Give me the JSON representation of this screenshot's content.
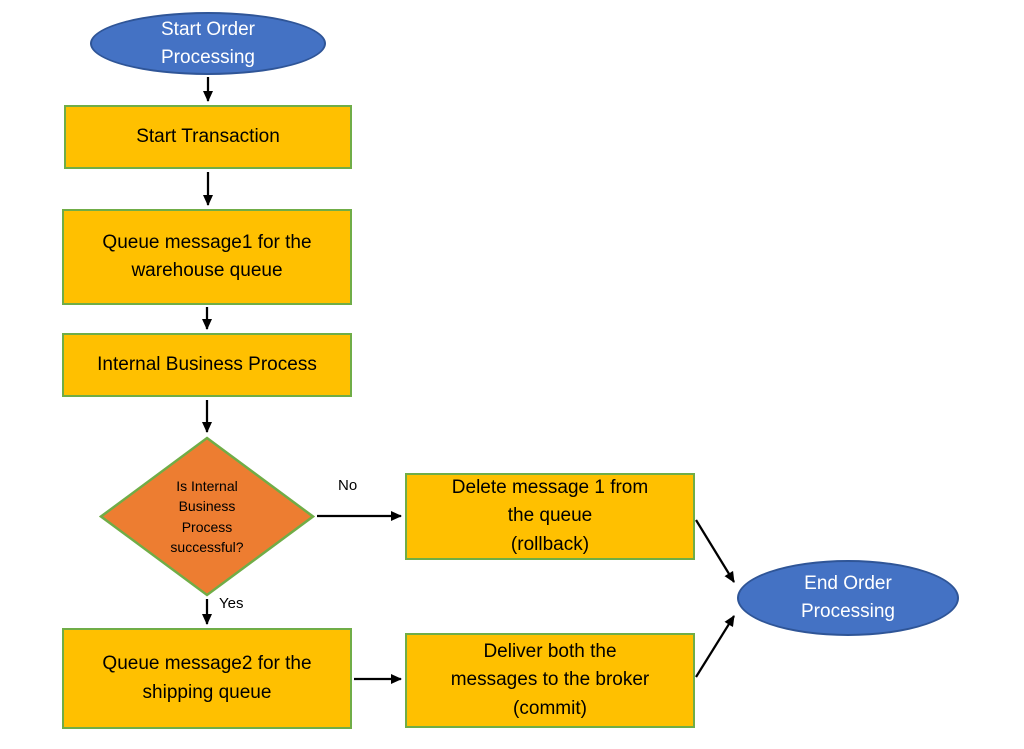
{
  "nodes": {
    "start": {
      "label": "Start Order\nProcessing",
      "type": "ellipse"
    },
    "start_transaction": {
      "label": "Start Transaction",
      "type": "rect"
    },
    "queue_message1": {
      "label": "Queue message1 for the\nwarehouse queue",
      "type": "rect"
    },
    "internal_process": {
      "label": "Internal Business Process",
      "type": "rect"
    },
    "decision": {
      "label": "Is Internal\nBusiness\nProcess\nsuccessful?",
      "type": "diamond"
    },
    "delete_message": {
      "label": "Delete message 1 from\nthe queue\n(rollback)",
      "type": "rect"
    },
    "queue_message2": {
      "label": "Queue message2 for the\nshipping queue",
      "type": "rect"
    },
    "deliver_messages": {
      "label": "Deliver both the\nmessages to the broker\n(commit)",
      "type": "rect"
    },
    "end": {
      "label": "End Order\nProcessing",
      "type": "ellipse"
    }
  },
  "edge_labels": {
    "no": "No",
    "yes": "Yes"
  },
  "colors": {
    "ellipse_fill": "#4472C4",
    "ellipse_border": "#2F5597",
    "rect_fill": "#FFC000",
    "rect_border": "#70AD47",
    "diamond_fill": "#ED7D31",
    "diamond_border": "#70AD47",
    "arrow": "#000000"
  }
}
